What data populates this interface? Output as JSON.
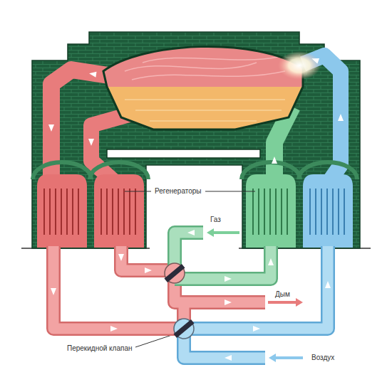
{
  "diagram": {
    "labels": [
      "Регенераторы",
      "Газ",
      "Дым",
      "Перекидной клапан",
      "Воздух"
    ]
  }
}
